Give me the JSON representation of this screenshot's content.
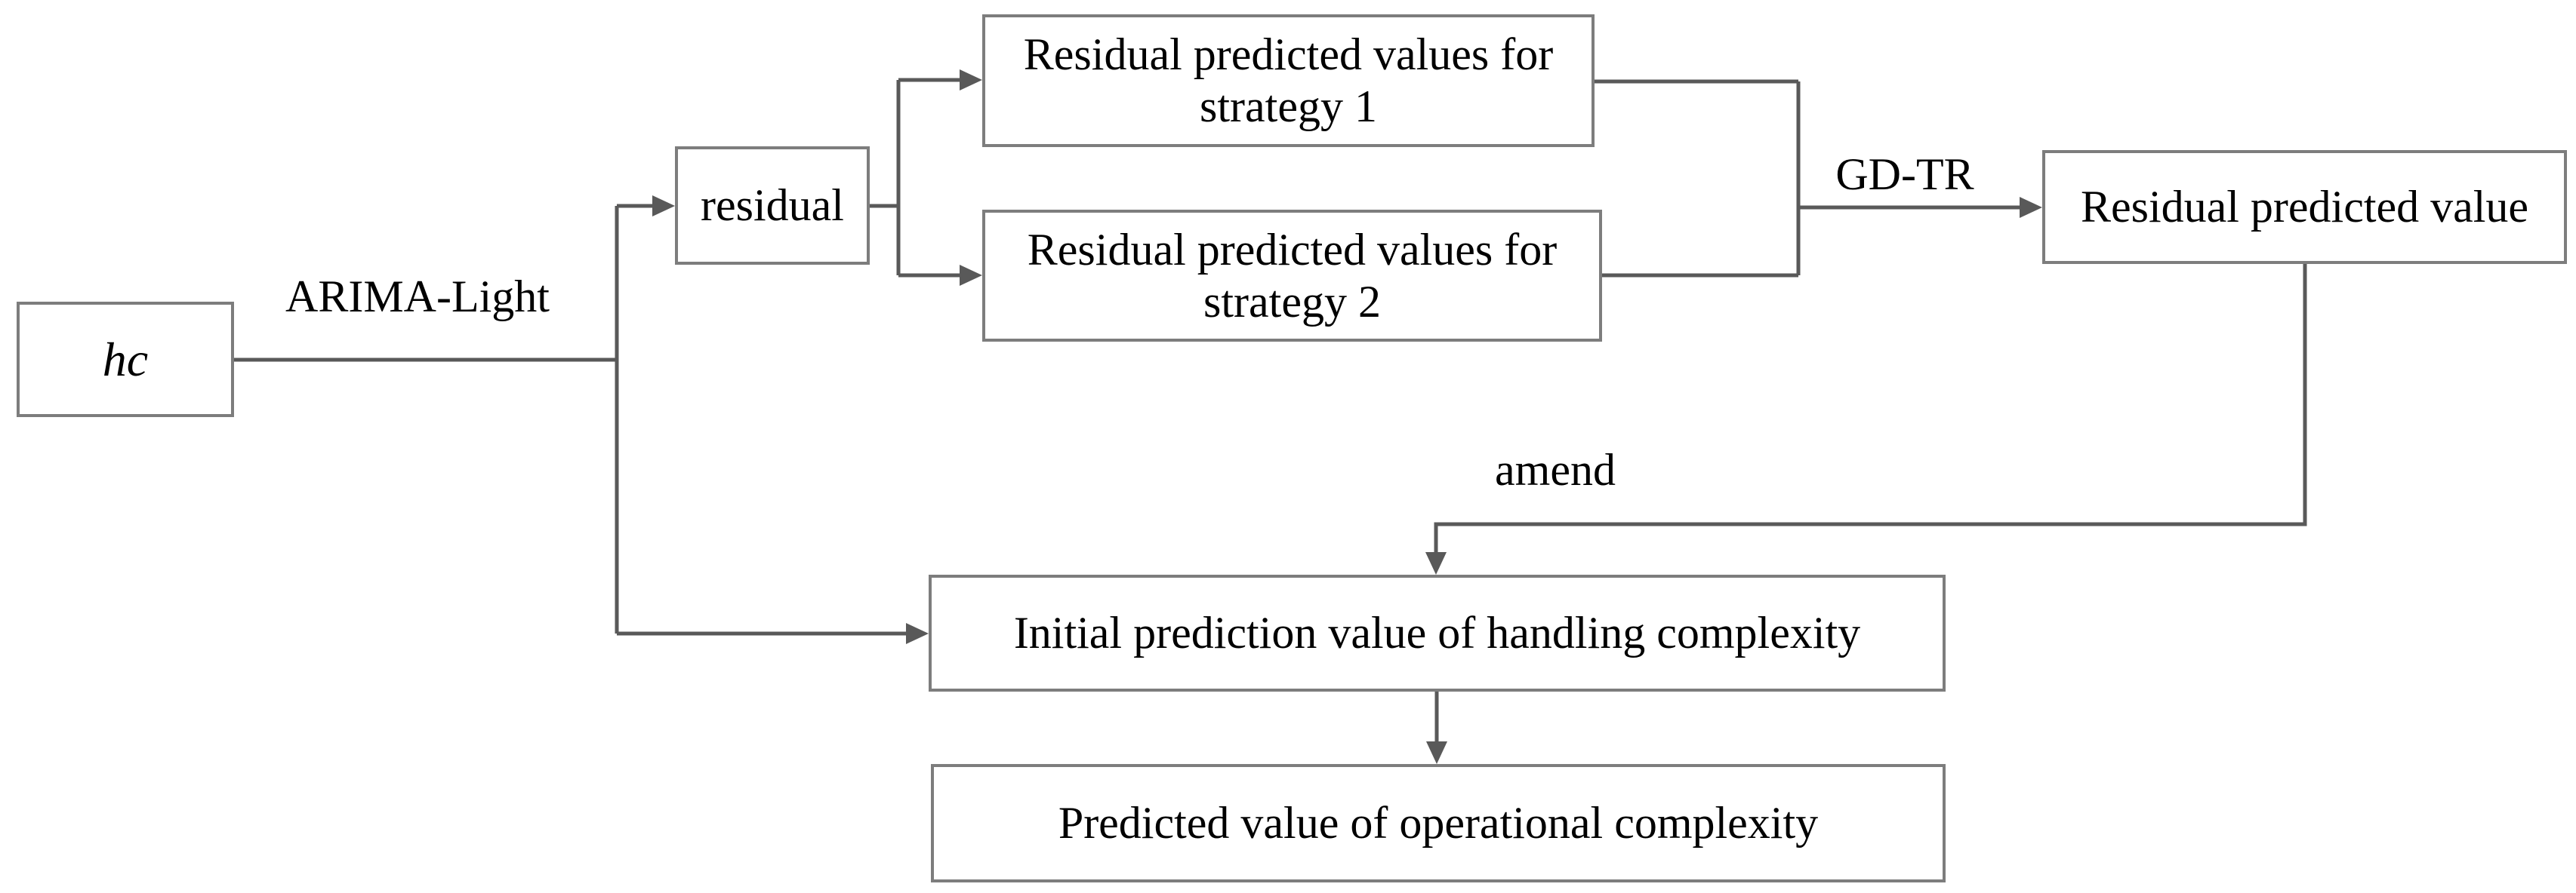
{
  "figure": {
    "background_color": "#ffffff",
    "connector_color": "#595959",
    "box_border_color": "#7d7d7d",
    "text_color": "#000000"
  },
  "nodes": {
    "hc": {
      "label": "hc"
    },
    "residual": {
      "label": "residual"
    },
    "strategy1": {
      "lines": [
        "Residual predicted values for",
        "strategy 1"
      ]
    },
    "strategy2": {
      "lines": [
        "Residual predicted values for",
        "strategy 2"
      ]
    },
    "residual_predicted_value": {
      "label": "Residual predicted value"
    },
    "initial_prediction": {
      "label": "Initial prediction value of handling complexity"
    },
    "predicted_value": {
      "label": "Predicted value of operational complexity"
    }
  },
  "edge_labels": {
    "arima_light": "ARIMA-Light",
    "gd_tr": "GD-TR",
    "amend": "amend"
  }
}
